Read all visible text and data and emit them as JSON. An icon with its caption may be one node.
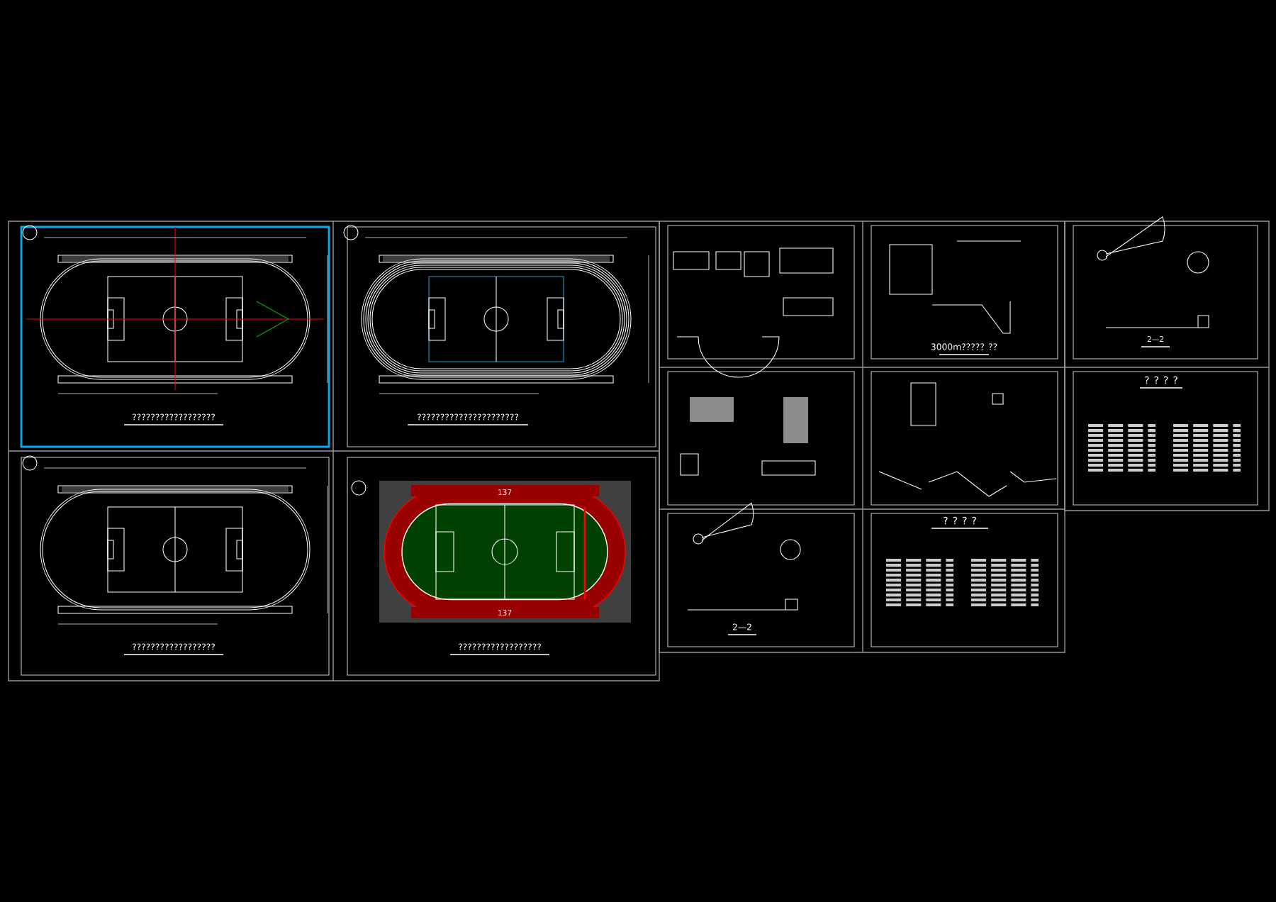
{
  "diagram": {
    "labels": [
      "??????????????????",
      "??????????????????????",
      "??????????????????",
      "??????????????????",
      "137",
      "137",
      "3000m????? ??",
      "2—2",
      "2—2",
      "? ? ? ?",
      "? ? ? ?"
    ]
  }
}
